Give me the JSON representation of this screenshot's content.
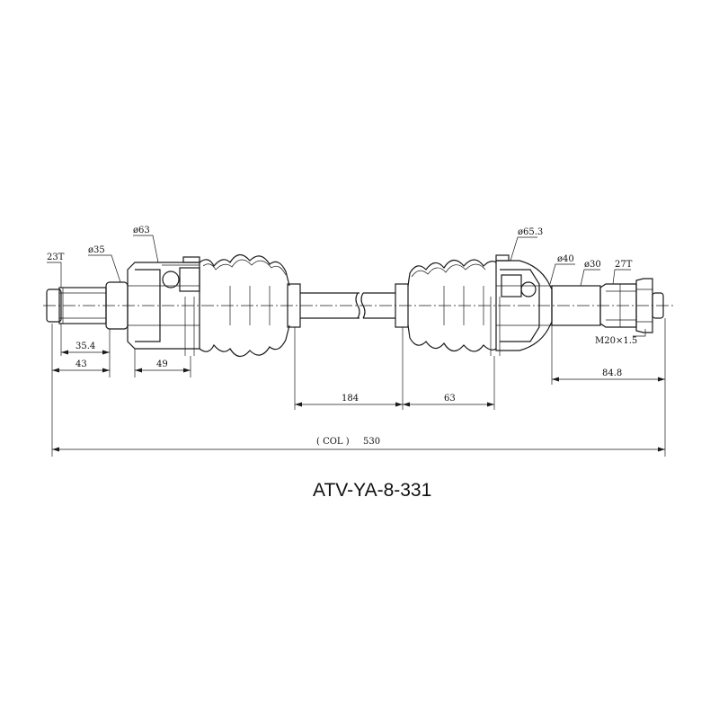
{
  "part_number": "ATV-YA-8-331",
  "labels": {
    "inner_spline": "23T",
    "inner_seal_dia": "ø35",
    "inner_housing_dia": "ø63",
    "outer_housing_dia": "ø65.3",
    "outer_seal_dia": "ø40",
    "outer_stub_dia": "ø30",
    "outer_spline": "27T",
    "thread": "M20×1.5"
  },
  "dimensions": {
    "inner_spline_len": "35.4",
    "inner_stub_len": "43",
    "inner_boot_len": "49",
    "shaft_len": "184",
    "outer_boot_len": "63",
    "outer_stub_len": "84.8",
    "col_label": "( COL )",
    "overall_len": "530"
  }
}
